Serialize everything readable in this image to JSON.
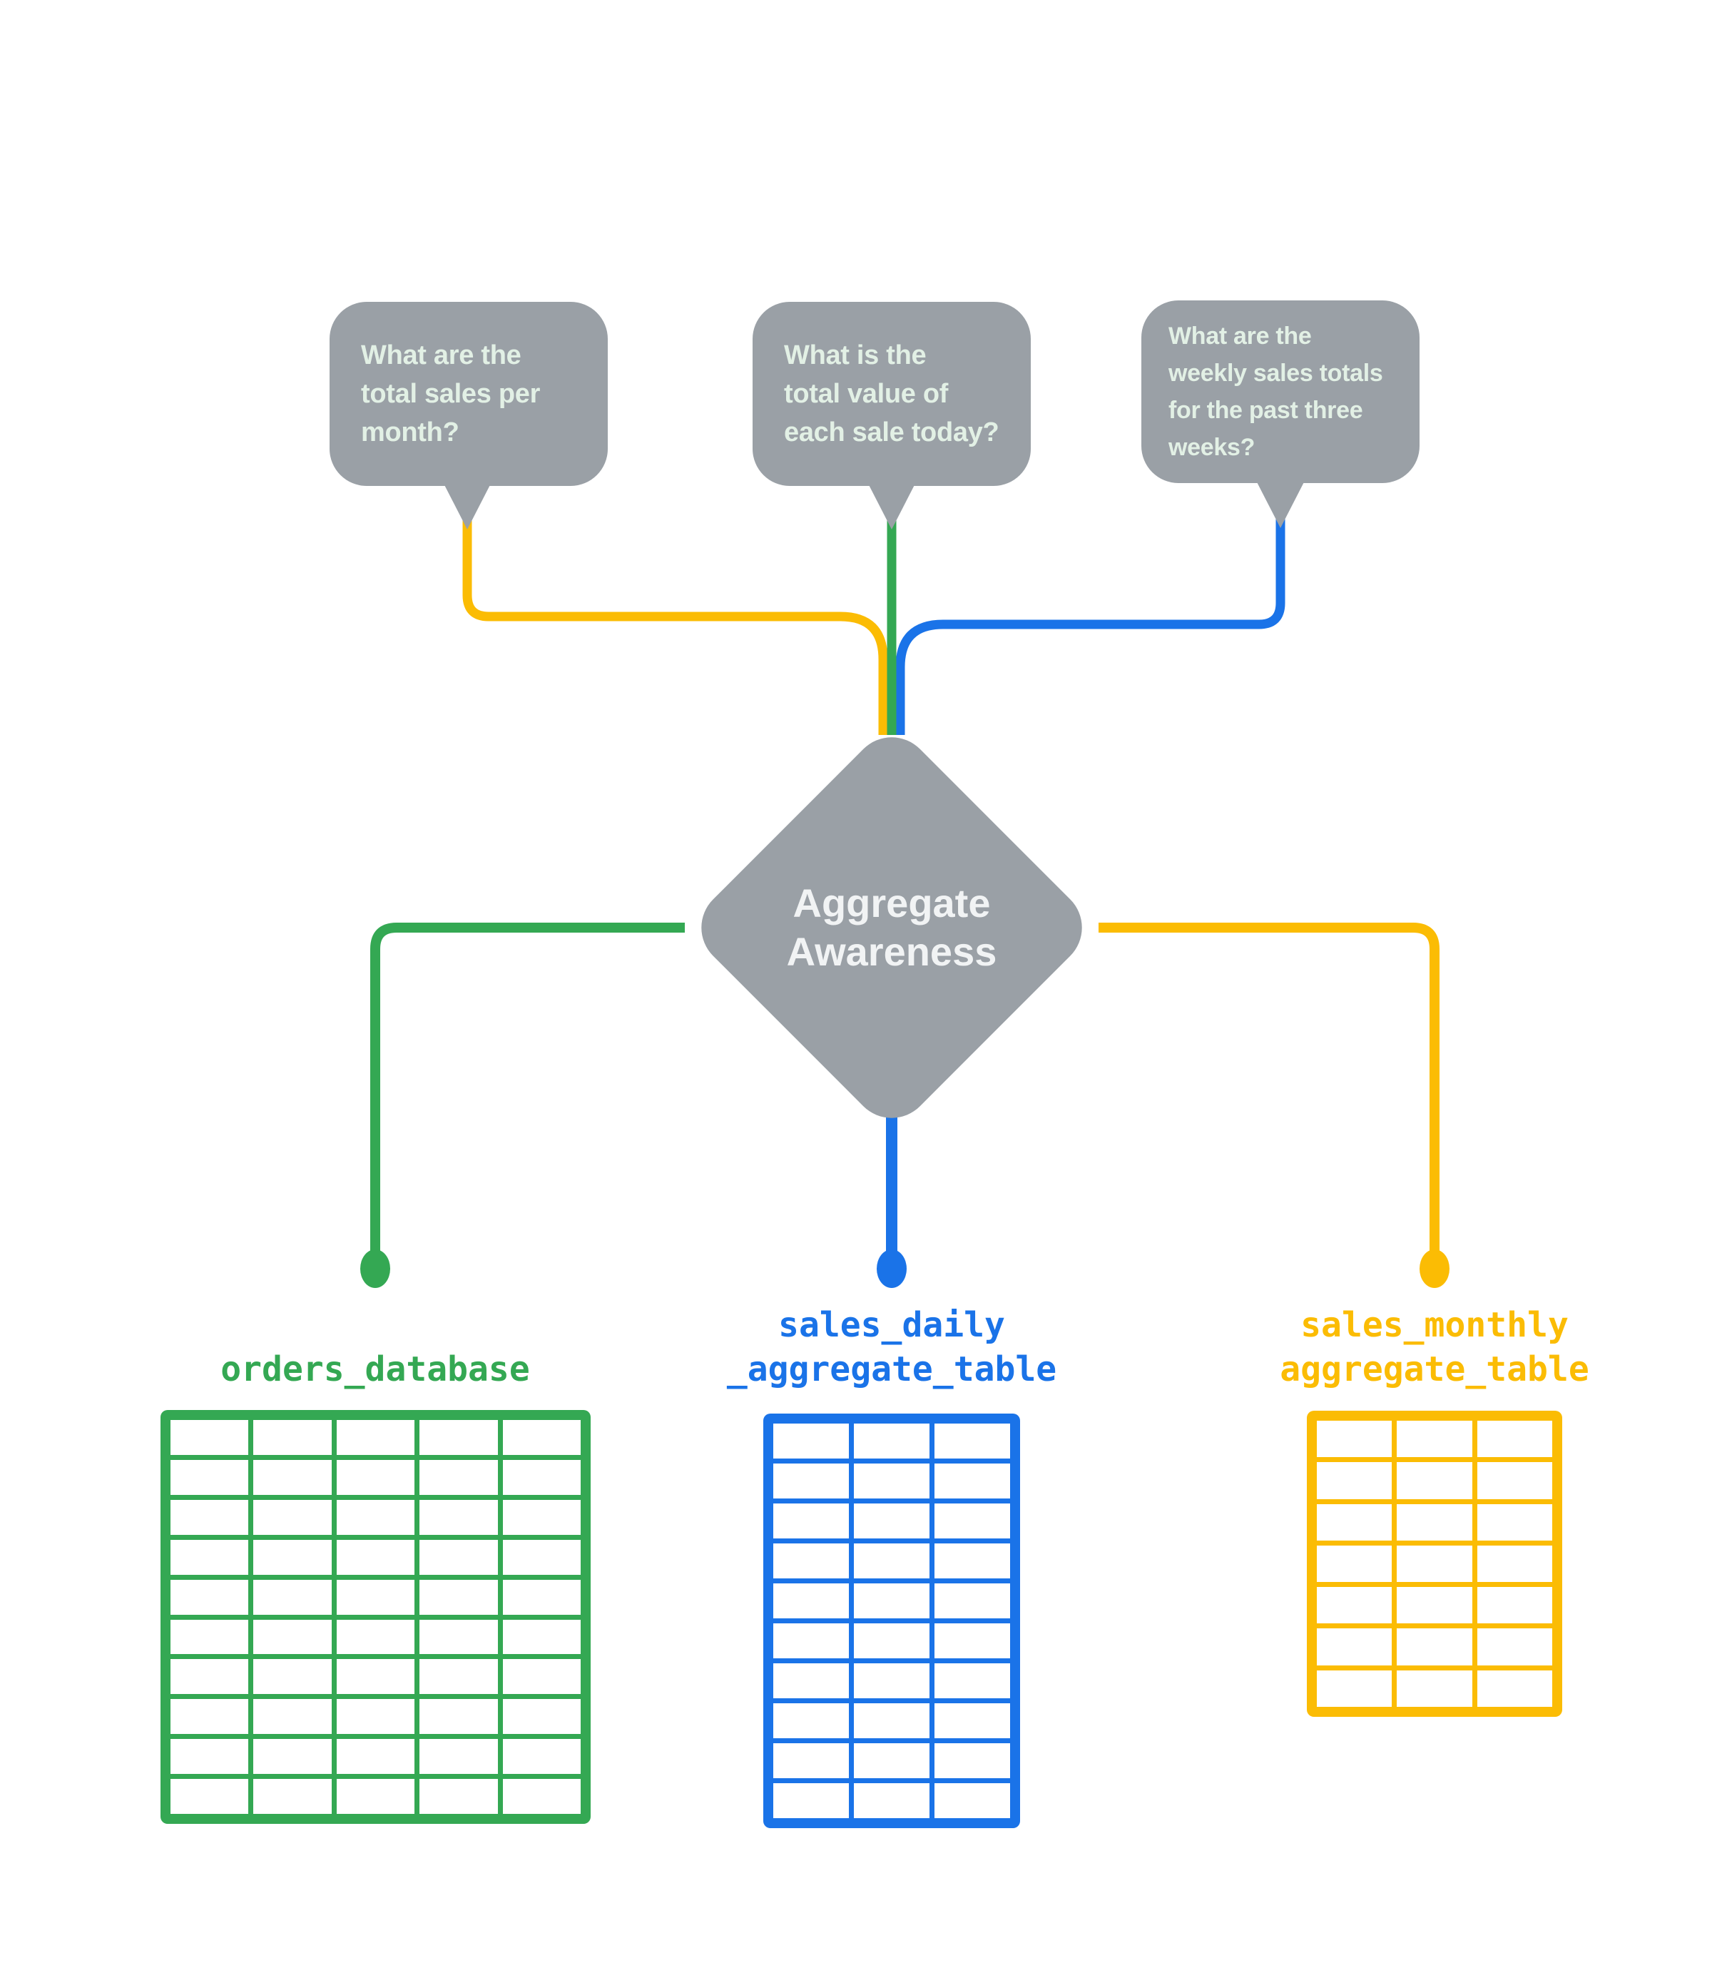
{
  "colors": {
    "gray": "#9AA0A6",
    "bubble_text": "#E2F0E5",
    "diamond_text": "#F1F3F4",
    "green": "#34A853",
    "blue": "#1A73E8",
    "yellow": "#FBBC04",
    "background": "#FFFFFF"
  },
  "bubbles": [
    {
      "text": "What are the\ntotal sales per\nmonth?",
      "stem_color": "yellow"
    },
    {
      "text": "What is the\ntotal value of\neach sale today?",
      "stem_color": "green"
    },
    {
      "text": "What are the\nweekly sales totals\nfor the past three\nweeks?",
      "stem_color": "blue"
    }
  ],
  "diamond": {
    "label": "Aggregate\nAwareness"
  },
  "tables": [
    {
      "label": "orders_database",
      "color": "green",
      "columns": 5,
      "rows": 10
    },
    {
      "label": "sales_daily\n_aggregate_table",
      "color": "blue",
      "columns": 3,
      "rows": 10
    },
    {
      "label": "sales_monthly\naggregate_table",
      "color": "yellow",
      "columns": 3,
      "rows": 7
    }
  ]
}
